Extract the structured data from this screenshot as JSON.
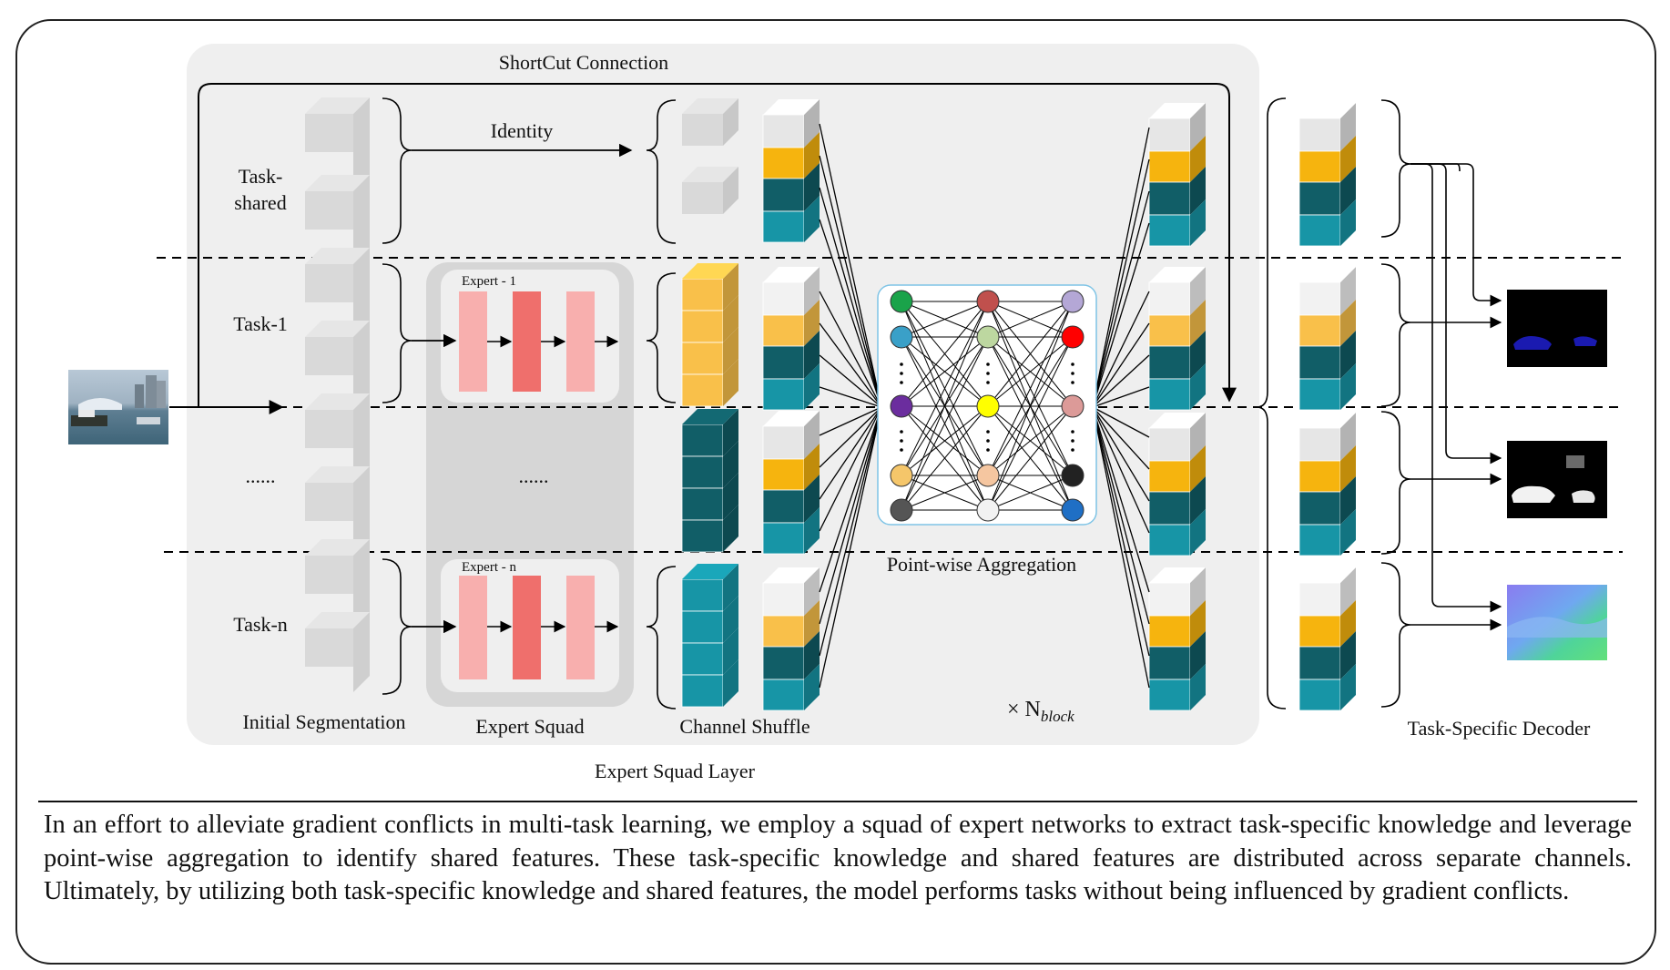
{
  "figure": {
    "shortcut_label": "ShortCut Connection",
    "identity_label": "Identity",
    "row_labels": {
      "task_shared_line1": "Task-",
      "task_shared_line2": "shared",
      "task_1": "Task-1",
      "ellipsis": "......",
      "task_n": "Task-n"
    },
    "expert_labels": {
      "expert_1": "Expert - 1",
      "expert_n": "Expert - n",
      "ellipsis": "......"
    },
    "stage_labels": {
      "initial_segmentation": "Initial Segmentation",
      "expert_squad": "Expert Squad",
      "channel_shuffle": "Channel Shuffle",
      "point_wise_aggregation": "Point-wise Aggregation",
      "n_block_prefix": "× N",
      "n_block_sub": "block",
      "expert_squad_layer": "Expert Squad Layer",
      "task_specific_decoder": "Task-Specific Decoder"
    },
    "colors": {
      "gold": "#F6B40E",
      "light_gold": "#F9C04A",
      "teal_dark": "#115E67",
      "teal": "#1795A6",
      "cyan": "#2AB9CF",
      "gray_block": "#D9D9D9",
      "expert_light": "#F8AFAE",
      "expert_dark": "#EF6F6C",
      "panel_bg": "#EFEFEF",
      "squad_bg": "#D6D6D6"
    },
    "node_colors": {
      "col1": [
        "#1AA34A",
        "#3AA0C8",
        "#6B2D9E",
        "#F5C66A",
        "#555555"
      ],
      "col2": [
        "#C0504D",
        "#BDD7A0",
        "#FFFF00",
        "#F5C6A0",
        "#F2F2F2"
      ],
      "col3": [
        "#B4A7D6",
        "#FF0000",
        "#DC9A98",
        "#222222",
        "#1F6FC5"
      ]
    }
  },
  "caption": "In an effort to alleviate gradient conflicts in multi-task learning, we employ a squad of expert networks to extract task-specific knowledge and leverage point-wise aggregation to identify shared features. These task-specific knowledge and shared features are distributed across separate channels. Ultimately, by utilizing both task-specific knowledge and shared features, the model performs tasks without being influenced by gradient conflicts."
}
